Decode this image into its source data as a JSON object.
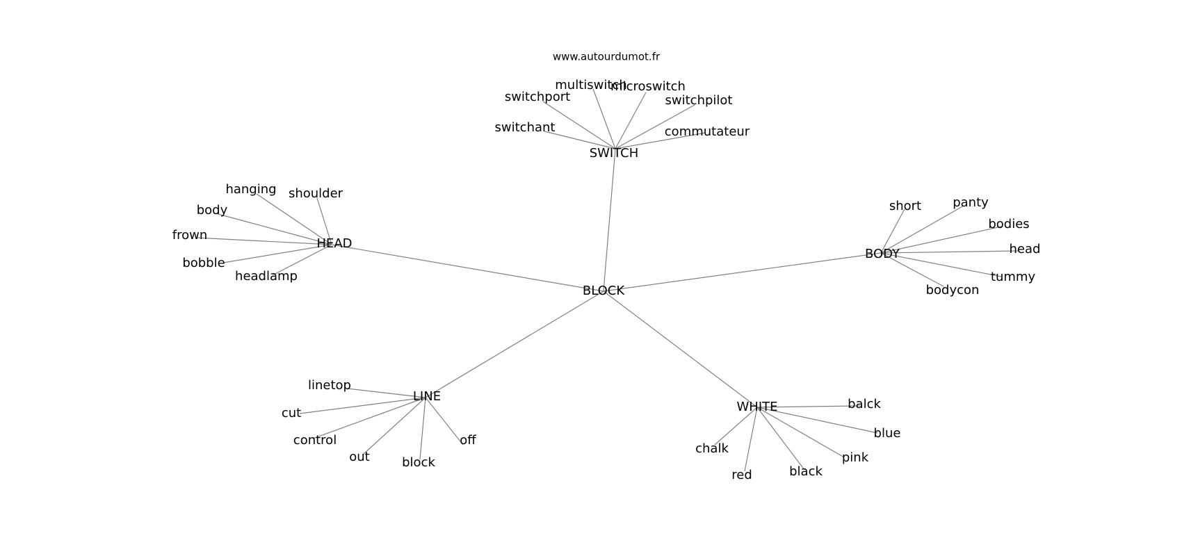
{
  "source": "www.autourdumot.fr",
  "center": "BLOCK",
  "hubs": [
    {
      "id": "switch",
      "label": "SWITCH",
      "leaves": [
        "switchant",
        "switchport",
        "multiswitch",
        "microswitch",
        "switchpilot",
        "commutateur"
      ]
    },
    {
      "id": "head",
      "label": "HEAD",
      "leaves": [
        "hanging",
        "shoulder",
        "body",
        "frown",
        "bobble",
        "headlamp"
      ]
    },
    {
      "id": "body",
      "label": "BODY",
      "leaves": [
        "short",
        "panty",
        "bodies",
        "head",
        "tummy",
        "bodycon"
      ]
    },
    {
      "id": "line",
      "label": "LINE",
      "leaves": [
        "linetop",
        "cut",
        "control",
        "out",
        "block",
        "off"
      ]
    },
    {
      "id": "white",
      "label": "WHITE",
      "leaves": [
        "balck",
        "blue",
        "pink",
        "black",
        "red",
        "chalk"
      ]
    }
  ]
}
